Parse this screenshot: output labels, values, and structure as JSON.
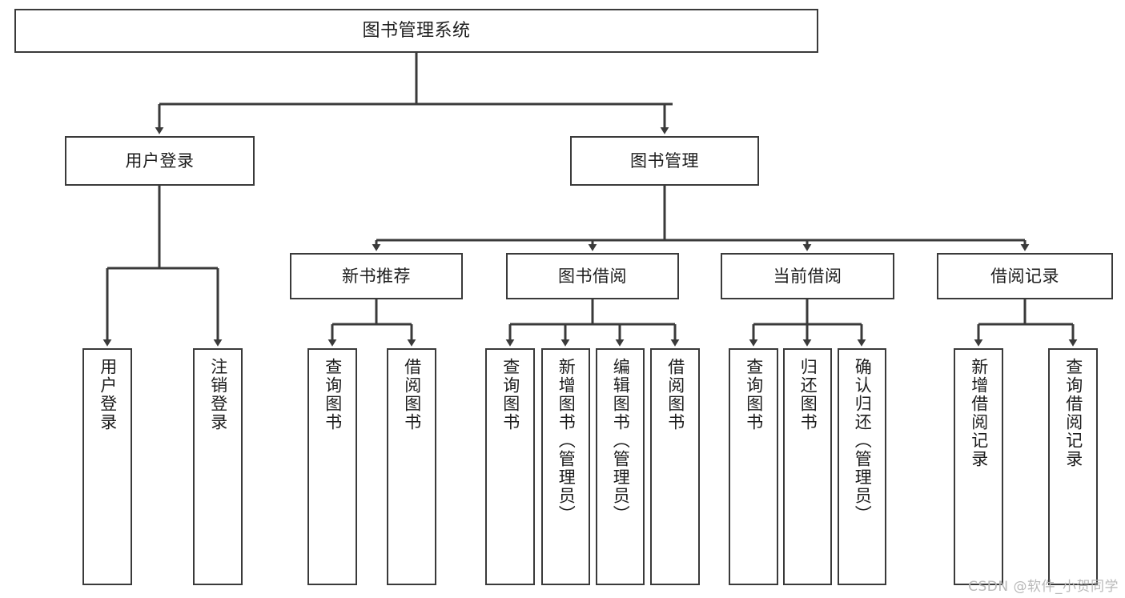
{
  "diagram": {
    "type": "tree-hierarchy",
    "title": "图书管理系统",
    "background_color": "#ffffff",
    "line_color": "#3a3a3a",
    "box_border_color": "#3a3a3a",
    "text_color": "#1d1d1d"
  },
  "nodes": {
    "root": {
      "label": "图书管理系统"
    },
    "level2": [
      {
        "id": "user-login",
        "label": "用户登录"
      },
      {
        "id": "book-manage",
        "label": "图书管理"
      }
    ],
    "level3": [
      {
        "id": "new-book-recommend",
        "label": "新书推荐"
      },
      {
        "id": "book-borrow",
        "label": "图书借阅"
      },
      {
        "id": "current-borrow",
        "label": "当前借阅"
      },
      {
        "id": "borrow-record",
        "label": "借阅记录"
      }
    ],
    "leaves": {
      "user-login": [
        {
          "id": "leaf-user-login",
          "label": "用户登录"
        },
        {
          "id": "leaf-user-logout",
          "label": "注销登录"
        }
      ],
      "new-book-recommend": [
        {
          "id": "leaf-query-book-1",
          "label": "查询图书"
        },
        {
          "id": "leaf-borrow-book-1",
          "label": "借阅图书"
        }
      ],
      "book-borrow": [
        {
          "id": "leaf-query-book-2",
          "label": "查询图书"
        },
        {
          "id": "leaf-add-book",
          "label": "新增图书（管理员）"
        },
        {
          "id": "leaf-edit-book",
          "label": "编辑图书（管理员）"
        },
        {
          "id": "leaf-borrow-book-2",
          "label": "借阅图书"
        }
      ],
      "current-borrow": [
        {
          "id": "leaf-query-book-3",
          "label": "查询图书"
        },
        {
          "id": "leaf-return-book",
          "label": "归还图书"
        },
        {
          "id": "leaf-confirm-return",
          "label": "确认归还（管理员）"
        }
      ],
      "borrow-record": [
        {
          "id": "leaf-add-record",
          "label": "新增借阅记录"
        },
        {
          "id": "leaf-query-record",
          "label": "查询借阅记录"
        }
      ]
    }
  },
  "watermark": {
    "text": "CSDN @软件_小贺同学"
  }
}
